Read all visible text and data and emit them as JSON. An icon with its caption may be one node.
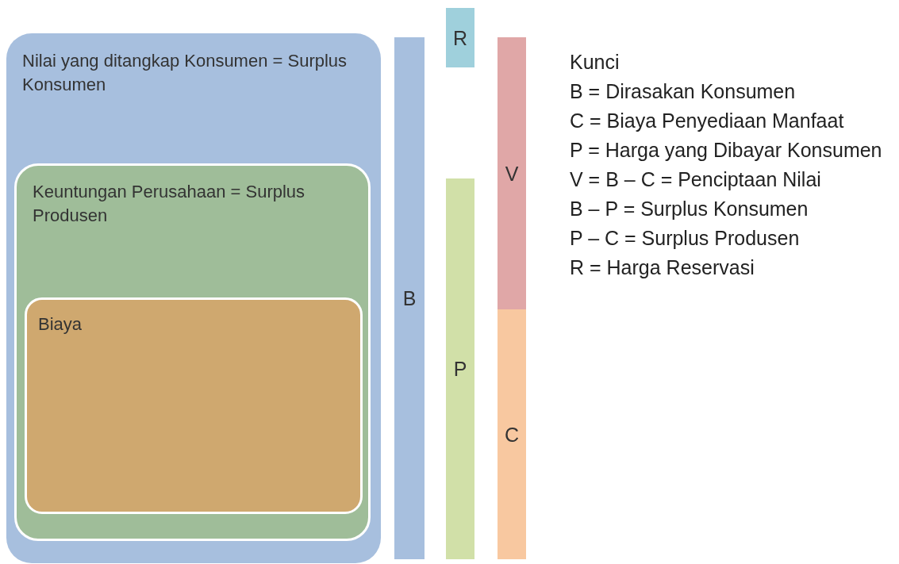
{
  "diagram": {
    "nodes": [
      {
        "text": [
          "Nilai yang ditangkap Konsumen = Surplus Konsumen"
        ]
      },
      {
        "text": [
          "Keuntungan Perusahaan = Surplus Produsen"
        ],
        "in": 0
      },
      {
        "text": [
          "Biaya"
        ],
        "in": 1
      },
      {
        "text": [
          "B"
        ]
      },
      {
        "text": [
          "R"
        ]
      },
      {
        "text": [
          "P"
        ]
      },
      {
        "text": [
          "V"
        ]
      },
      {
        "text": [
          "C"
        ]
      }
    ],
    "labels": [
      "Kunci",
      "B = Dirasakan Konsumen",
      "C = Biaya Penyediaan Manfaat",
      "P = Harga yang Dibayar Konsumen",
      "V = B – C = Penciptaan Nilai",
      "B – P = Surplus Konsumen",
      "P – C = Surplus Produsen",
      "R = Harga Reservasi"
    ]
  }
}
